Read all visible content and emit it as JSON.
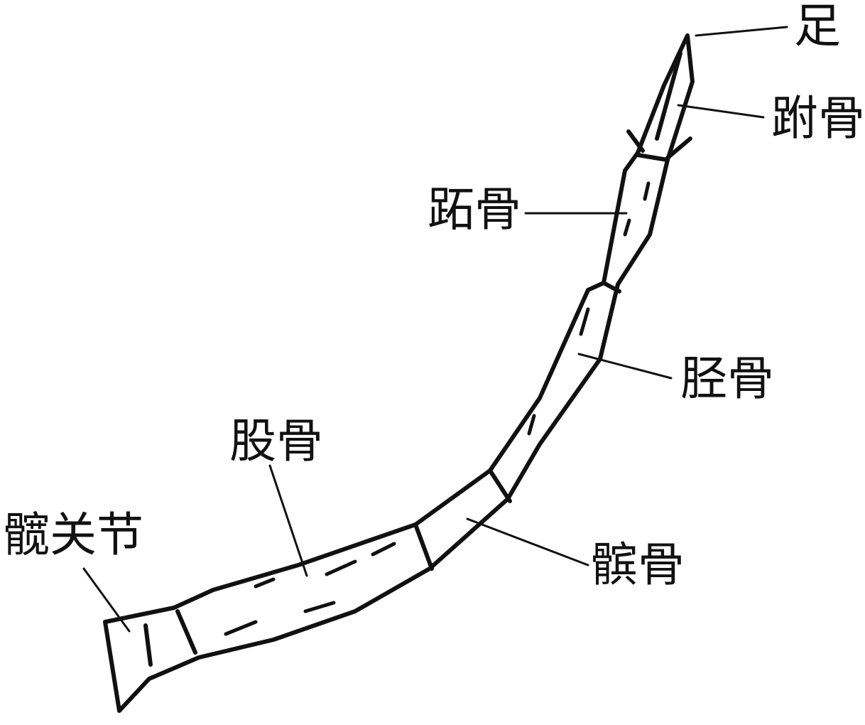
{
  "labels": {
    "foot": "足",
    "tarsus": "跗骨",
    "metatarsus": "跖骨",
    "tibia": "胫骨",
    "femur": "股骨",
    "hip_joint": "髋关节",
    "patella": "髌骨"
  },
  "colors": {
    "outline": "#111111",
    "background": "#ffffff"
  }
}
